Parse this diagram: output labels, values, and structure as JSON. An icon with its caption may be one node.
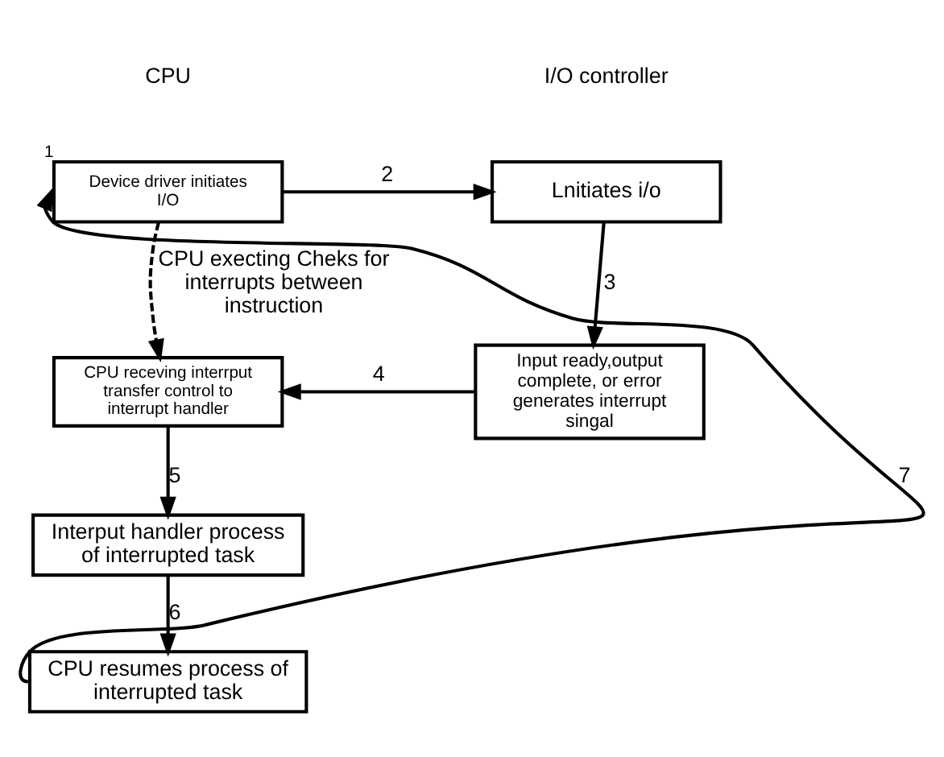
{
  "diagram": {
    "nodes": [
      {
        "text": [
          "Device driver initiates I/O"
        ],
        "beside": [
          "1"
        ]
      },
      {
        "text": [
          "Lnitiates i/o"
        ]
      },
      {
        "text": [
          "Input ready,output complete, or error generates interrupt singal"
        ]
      },
      {
        "text": [
          "CPU receving interrput transfer control to interrupt handler"
        ]
      },
      {
        "text": [
          "Interput handler process of interrupted task"
        ]
      },
      {
        "text": [
          "CPU resumes process of interrupted task"
        ]
      }
    ],
    "edges": [
      {
        "from": 0,
        "to": 1,
        "arrow": "to",
        "label": "2"
      },
      {
        "from": 1,
        "to": 2,
        "arrow": "to",
        "label": "3"
      },
      {
        "from": 2,
        "to": 3,
        "arrow": "to",
        "label": "4"
      },
      {
        "from": 0,
        "to": 3,
        "arrow": "to",
        "style": "dashed",
        "label": "CPU execting Cheks for interrupts between instruction"
      },
      {
        "from": 3,
        "to": 4,
        "arrow": "to",
        "label": "5"
      },
      {
        "from": 4,
        "to": 5,
        "arrow": "to",
        "label": "6"
      },
      {
        "from": 5,
        "to": 0,
        "arrow": "to",
        "label": "7"
      }
    ],
    "labels": [
      "CPU",
      "I/O controller"
    ]
  }
}
